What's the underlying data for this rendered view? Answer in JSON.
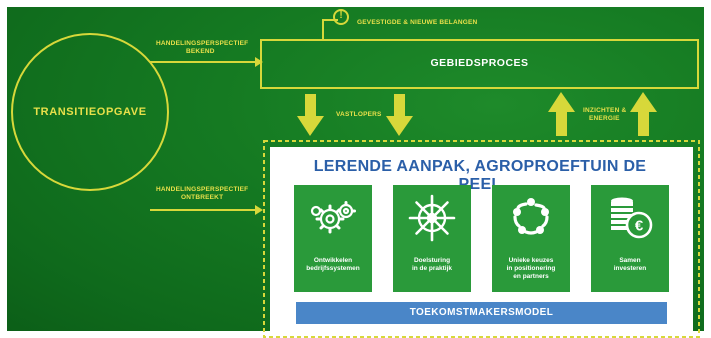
{
  "diagram": {
    "left_circle_label": "TRANSITIEOPGAVE",
    "top_alert_label": "GEVESTIGDE & NIEUWE BELANGEN",
    "process_label": "GEBIEDSPROCES",
    "upper_arrow_label_line1": "HANDELINGSPERSPECTIEF",
    "upper_arrow_label_line2": "BEKEND",
    "lower_arrow_label_line1": "HANDELINGSPERSPECTIEF",
    "lower_arrow_label_line2": "ONTBREEKT",
    "down_arrows_label": "VASTLOPERS",
    "up_arrows_label_line1": "INZICHTEN &",
    "up_arrows_label_line2": "ENERGIE",
    "alert_icon_glyph": "!"
  },
  "panel": {
    "title": "LERENDE AANPAK, AGROPROEFTUIN DE PEEL",
    "cards": [
      {
        "label": "Ontwikkelen\nbedrijfssystemen",
        "icon": "gears-icon"
      },
      {
        "label": "Doelsturing\nin de praktijk",
        "icon": "ship-wheel-icon"
      },
      {
        "label": "Unieke keuzes\nin positionering\nen partners",
        "icon": "people-circle-icon"
      },
      {
        "label": "Samen\ninvesteren",
        "icon": "euro-coins-icon"
      }
    ],
    "bottom_bar_label": "TOEKOMSTMAKERSMODEL"
  },
  "colors": {
    "background_green": "#157a22",
    "accent_yellow": "#d7d83a",
    "card_green": "#2a9a3a",
    "title_blue": "#2b5fa8",
    "bar_blue": "#4a86c8"
  }
}
